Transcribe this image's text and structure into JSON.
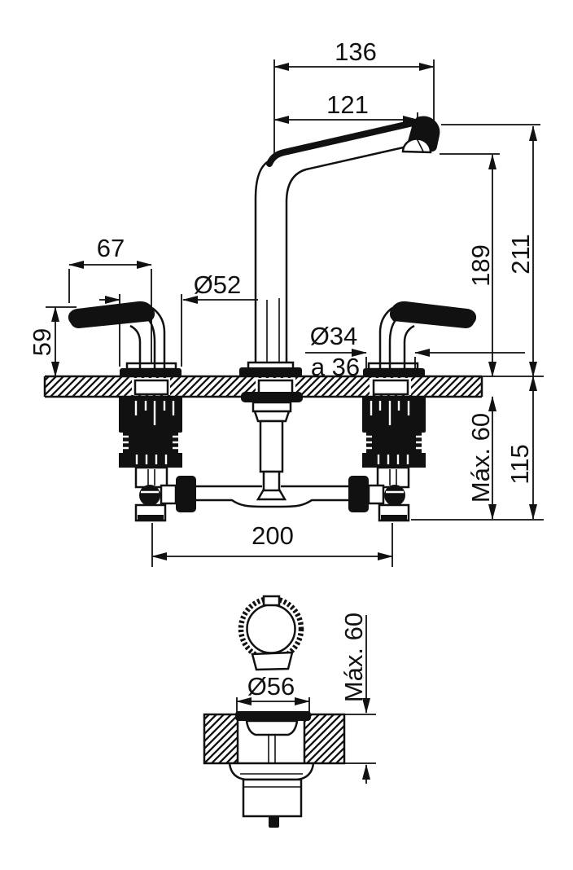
{
  "drawing": {
    "colors": {
      "line": "#111111",
      "background": "#ffffff"
    },
    "front_view": {
      "dim_spout_overall_reach": "136",
      "dim_spout_reach": "121",
      "dim_handle_length": "67",
      "dim_handle_height": "59",
      "dim_rosette_diameter": "Ø52",
      "dim_hole_diameter": "Ø34",
      "dim_hole_diameter_to": "a 36",
      "dim_outlet_height": "189",
      "dim_overall_height": "211",
      "dim_max_deck_thickness": "Máx. 60",
      "dim_below_deck_depth": "115",
      "dim_handle_centers": "200"
    },
    "drain_view": {
      "dim_flange_diameter": "Ø56",
      "dim_max_deck_thickness": "Máx. 60"
    }
  }
}
